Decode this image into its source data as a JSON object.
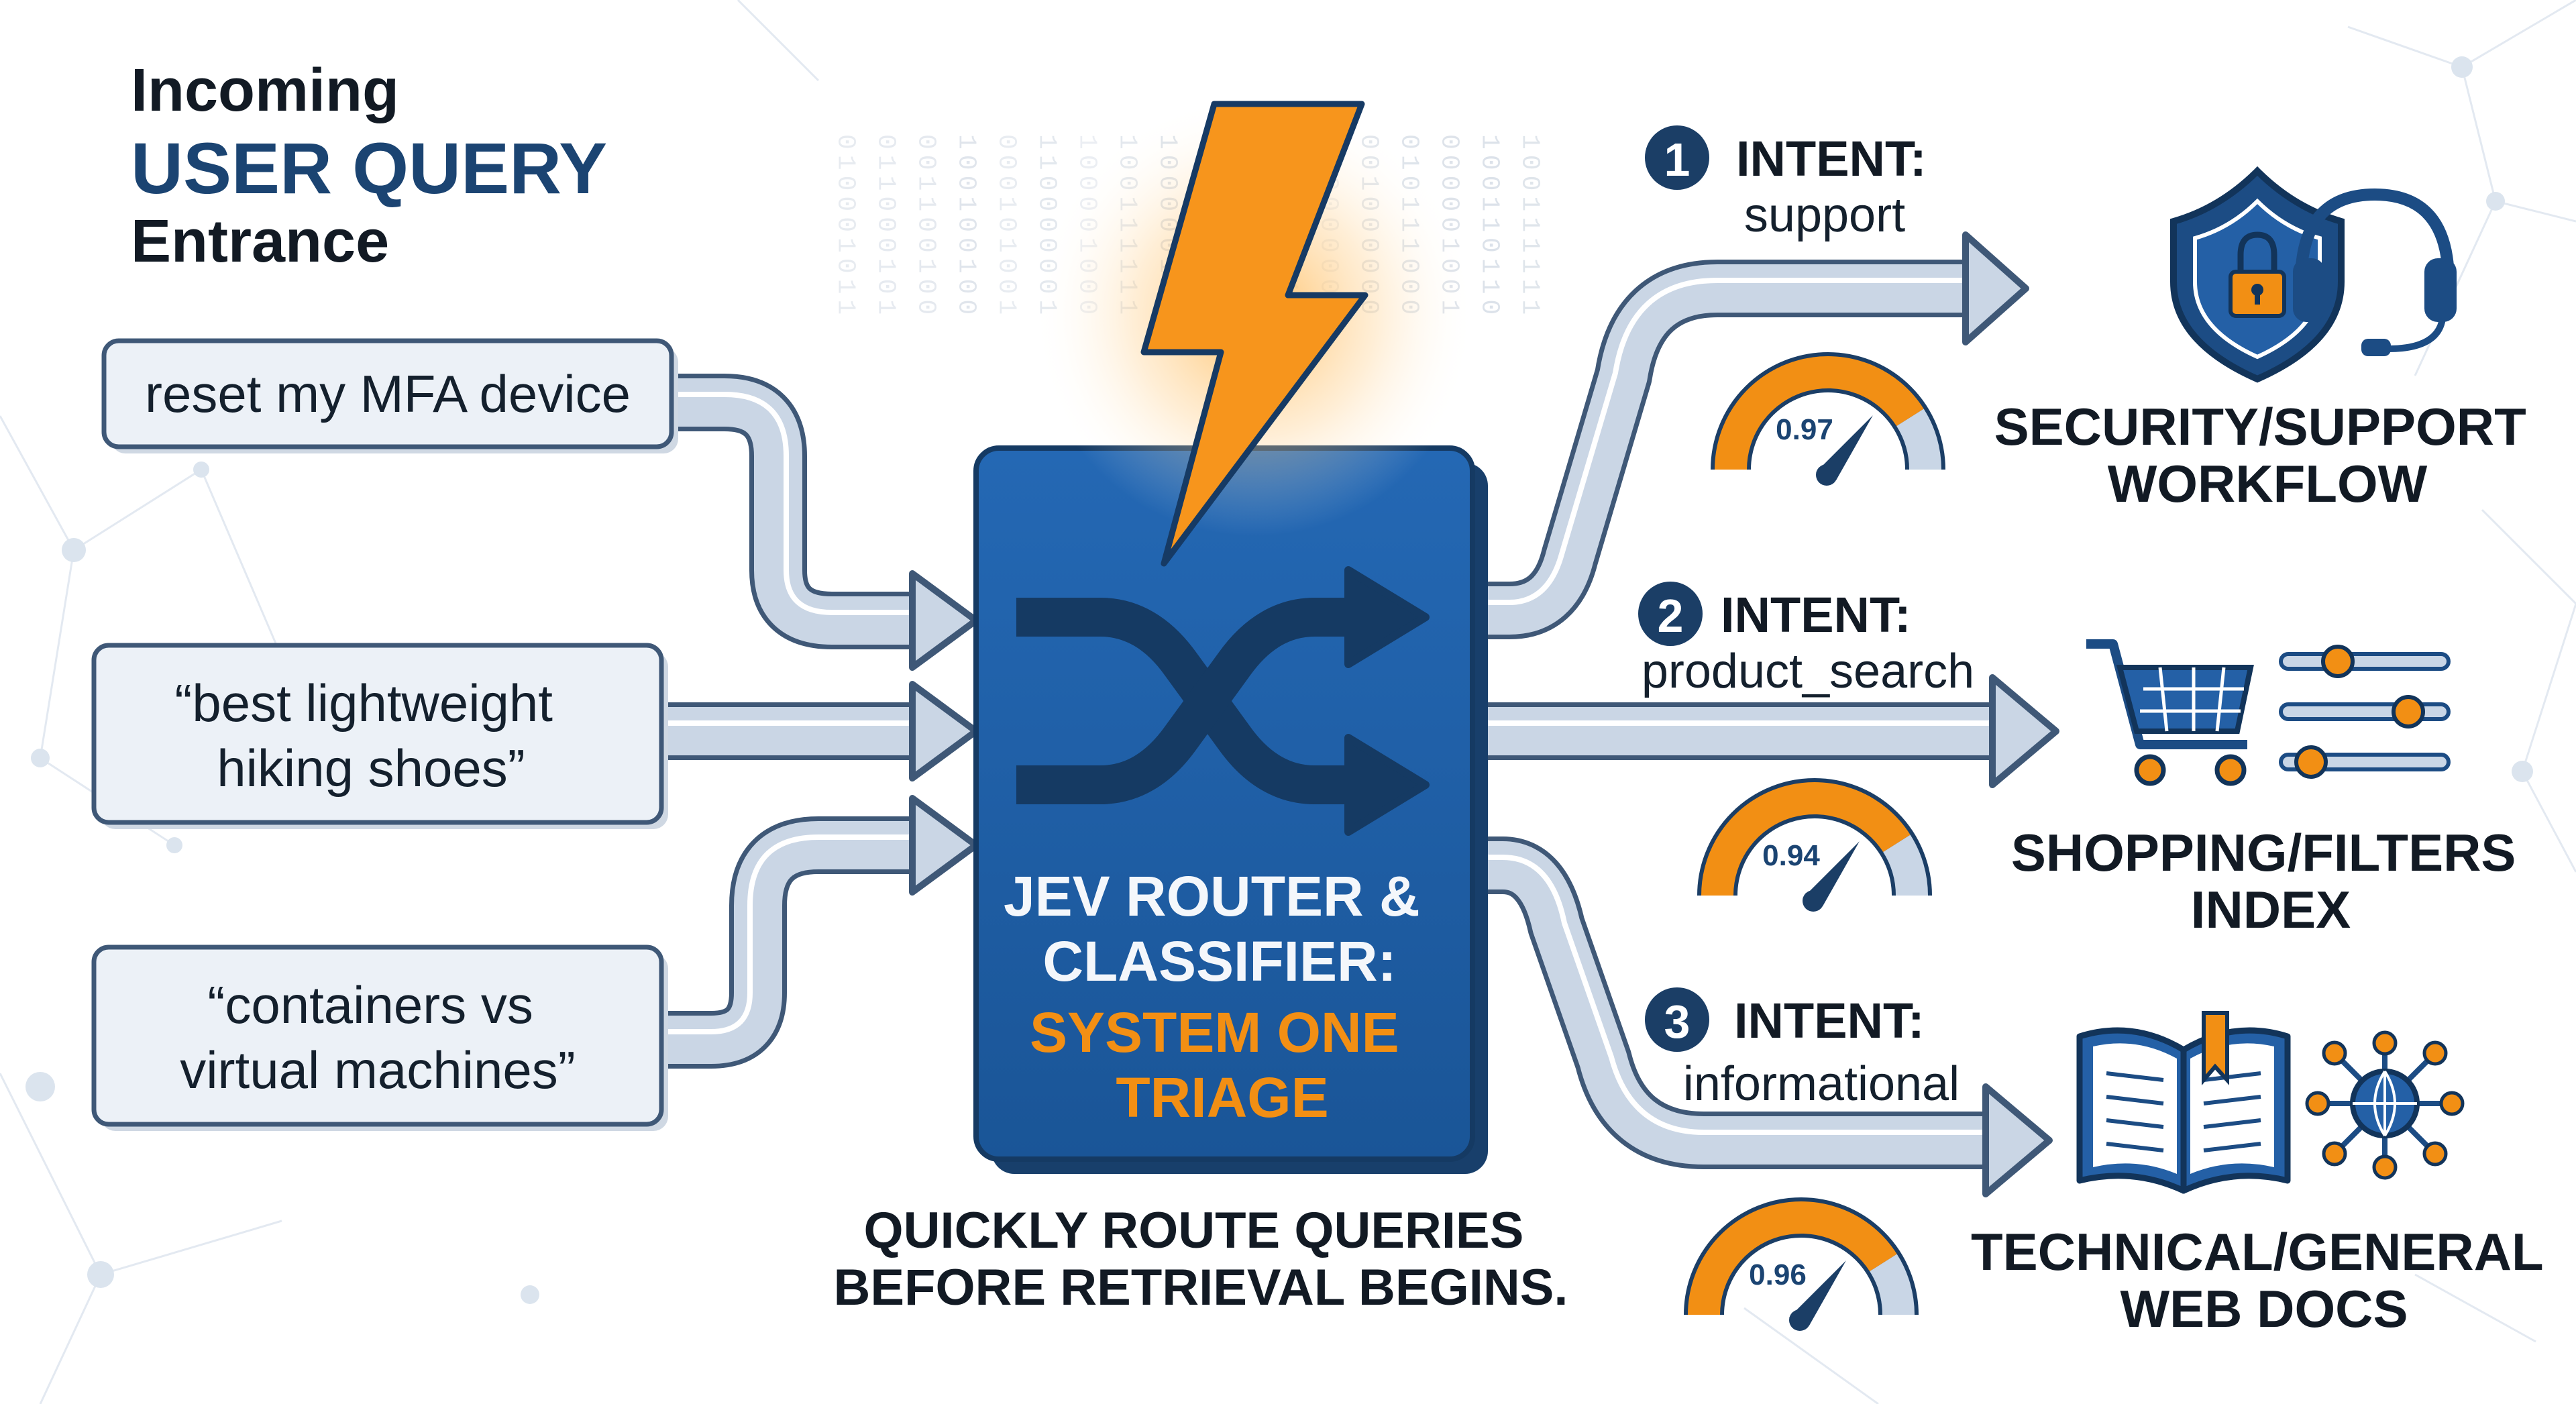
{
  "header": {
    "line1": "Incoming",
    "line2": "USER QUERY",
    "line3": "Entrance"
  },
  "queries": [
    {
      "lines": [
        "reset my MFA device"
      ]
    },
    {
      "lines": [
        "“best lightweight",
        "hiking shoes”"
      ]
    },
    {
      "lines": [
        "“containers vs",
        "virtual machines”"
      ]
    }
  ],
  "router": {
    "title_lines": [
      "JEV ROUTER &",
      "CLASSIFIER:"
    ],
    "highlight_lines": [
      "SYSTEM ONE",
      "TRIAGE"
    ],
    "caption_lines": [
      "QUICKLY ROUTE QUERIES",
      "BEFORE RETRIEVAL BEGINS."
    ]
  },
  "intents": [
    {
      "number": "1",
      "label": "INTENT:",
      "value": "support",
      "confidence": "0.97",
      "confidence_value": 0.97,
      "destination_lines": [
        "SECURITY/SUPPORT",
        "WORKFLOW"
      ],
      "icons": [
        "shield-lock-icon",
        "headset-icon"
      ]
    },
    {
      "number": "2",
      "label": "INTENT:",
      "value": "product_search",
      "confidence": "0.94",
      "confidence_value": 0.94,
      "destination_lines": [
        "SHOPPING/FILTERS",
        "INDEX"
      ],
      "icons": [
        "shopping-cart-icon",
        "sliders-icon"
      ]
    },
    {
      "number": "3",
      "label": "INTENT:",
      "value": "informational",
      "confidence": "0.96",
      "confidence_value": 0.96,
      "destination_lines": [
        "TECHNICAL/GENERAL",
        "WEB DOCS"
      ],
      "icons": [
        "open-book-icon",
        "globe-network-icon"
      ]
    }
  ],
  "icons": {
    "router": "shuffle-icon",
    "speed": "lightning-bolt-icon"
  },
  "colors": {
    "navy": "#1b4472",
    "router_blue": "#1d5ea8",
    "accent_orange": "#f28f14",
    "pipe_light": "#c9d6e6",
    "pipe_dark": "#3f5877"
  }
}
